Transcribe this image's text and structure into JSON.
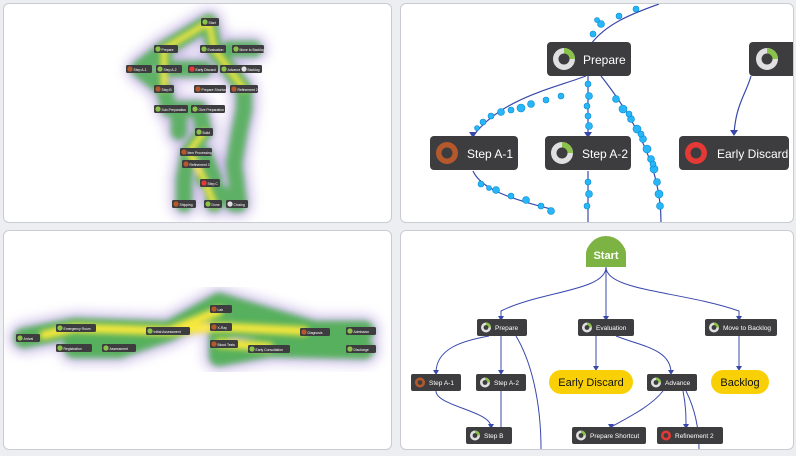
{
  "top_left_map": {
    "nodes": [
      {
        "label": "Start"
      },
      {
        "label": "Prepare"
      },
      {
        "label": "Evaluation"
      },
      {
        "label": "Move to Backlog"
      },
      {
        "label": "Step A-1"
      },
      {
        "label": "Step A-2"
      },
      {
        "label": "Early Discard"
      },
      {
        "label": "Advance"
      },
      {
        "label": "Backlog"
      },
      {
        "label": "Step B"
      },
      {
        "label": "Prepare Shortcut"
      },
      {
        "label": "Refinement 2"
      },
      {
        "label": "Sub-Preparation"
      },
      {
        "label": "Give Preparation"
      },
      {
        "label": "Build"
      },
      {
        "label": "Item Processing"
      },
      {
        "label": "Refinement 3"
      },
      {
        "label": "Step C"
      },
      {
        "label": "Shipping"
      },
      {
        "label": "Done"
      },
      {
        "label": "Closing"
      }
    ]
  },
  "top_right_zoom": {
    "nodes": [
      {
        "label": "Prepare"
      },
      {
        "label": "Step A-1"
      },
      {
        "label": "Step A-2"
      },
      {
        "label": "Early Discard"
      }
    ]
  },
  "bottom_left_map": {
    "nodes": [
      {
        "label": "Arrival"
      },
      {
        "label": "Emergency Room"
      },
      {
        "label": "Registration"
      },
      {
        "label": "Assessment"
      },
      {
        "label": "Initial Assessment"
      },
      {
        "label": "Lab"
      },
      {
        "label": "X-Ray"
      },
      {
        "label": "Blood Tests"
      },
      {
        "label": "Early Consultation"
      },
      {
        "label": "Diagnosis"
      },
      {
        "label": "Admission"
      },
      {
        "label": "Discharge"
      }
    ]
  },
  "bottom_right_flow": {
    "start_label": "Start",
    "nodes": [
      {
        "label": "Prepare"
      },
      {
        "label": "Evaluation"
      },
      {
        "label": "Move to Backlog"
      },
      {
        "label": "Step A-1"
      },
      {
        "label": "Step A-2"
      },
      {
        "label": "Advance"
      },
      {
        "label": "Step B"
      },
      {
        "label": "Prepare Shortcut"
      },
      {
        "label": "Refinement 2"
      }
    ],
    "outcomes": [
      {
        "label": "Early Discard"
      },
      {
        "label": "Backlog"
      }
    ]
  },
  "colors": {
    "node_bg": "#3d3d3f",
    "start_green": "#7cb342",
    "outcome_yellow": "#f9d006",
    "edge_blue": "#3949ab",
    "token_blue": "#29b6f6",
    "discard_red": "#e53935",
    "ring_green": "#8bc34a",
    "ring_brown": "#b5592c"
  }
}
